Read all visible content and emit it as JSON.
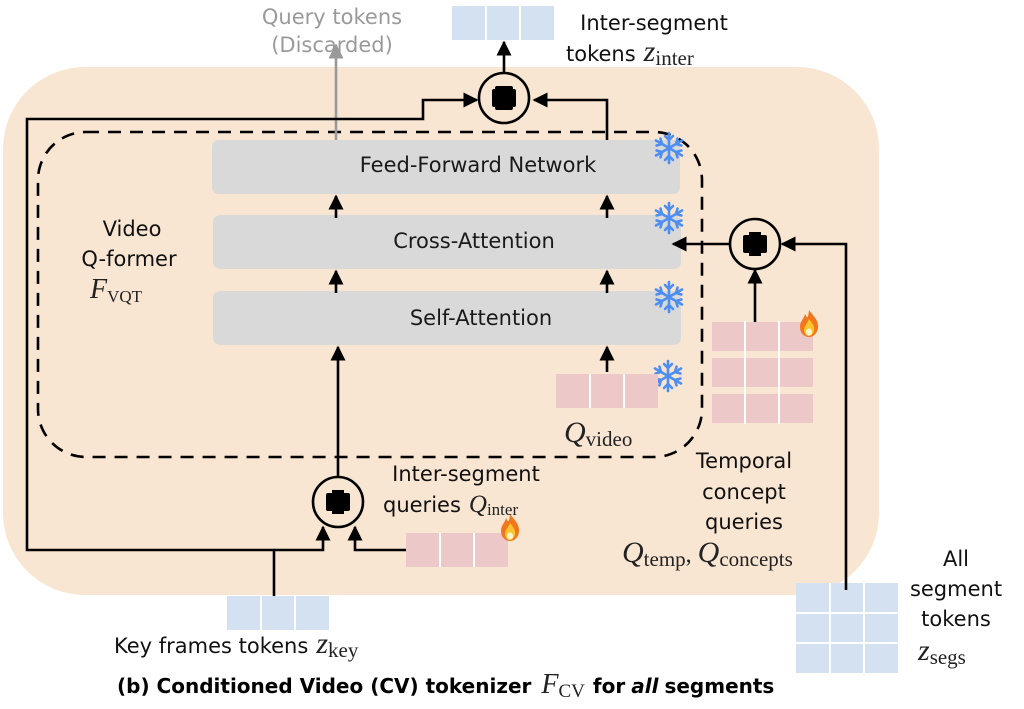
{
  "diagram": {
    "caption": {
      "prefix": "(b) Conditioned Video (CV) tokenizer",
      "math_symbol": "F",
      "math_sub": "CV",
      "for": "for",
      "all": "all",
      "suffix": "segments"
    },
    "colors": {
      "background_region": "#f8e5d2",
      "block_fill": "#d9d9d9",
      "input_token_fill": "#d3e1f1",
      "learnable_token_fill": "#ecc8c8",
      "frozen_icon": "#4d8ef0",
      "discarded_arrow": "#9a9a9a",
      "line": "#000000"
    },
    "blocks": [
      {
        "id": "ffn",
        "label": "Feed-Forward Network",
        "state": "frozen"
      },
      {
        "id": "cross",
        "label": "Cross-Attention",
        "state": "frozen"
      },
      {
        "id": "self",
        "label": "Self-Attention",
        "state": "frozen"
      }
    ],
    "qformer": {
      "line1": "Video",
      "line2": "Q-former",
      "math_symbol": "F",
      "math_sub": "VQT"
    },
    "outputs": {
      "query_tokens_line1": "Query tokens",
      "query_tokens_line2": "(Discarded)",
      "inter_line1": "Inter-segment",
      "inter_line2": "tokens",
      "inter_math": "z",
      "inter_sub": "inter"
    },
    "inputs": {
      "qvideo_math": "Q",
      "qvideo_sub": "video",
      "qvideo_state": "frozen",
      "qinter_line1": "Inter-segment",
      "qinter_line2": "queries",
      "qinter_math": "Q",
      "qinter_sub": "inter",
      "qinter_state": "trainable",
      "temporal_line1": "Temporal",
      "temporal_line2": "concept",
      "temporal_line3": "queries",
      "temporal_math1": "Q",
      "temporal_sub1": "temp",
      "temporal_sep": ",",
      "temporal_math2": "Q",
      "temporal_sub2": "concepts",
      "temporal_state": "trainable",
      "key_label": "Key frames tokens",
      "key_math": "z",
      "key_sub": "key",
      "segs_line1": "All",
      "segs_line2": "segment",
      "segs_line3": "tokens",
      "segs_math": "z",
      "segs_sub": "segs"
    },
    "icons": {
      "plus": "+",
      "fire": "🔥",
      "snowflake": "❄"
    }
  }
}
